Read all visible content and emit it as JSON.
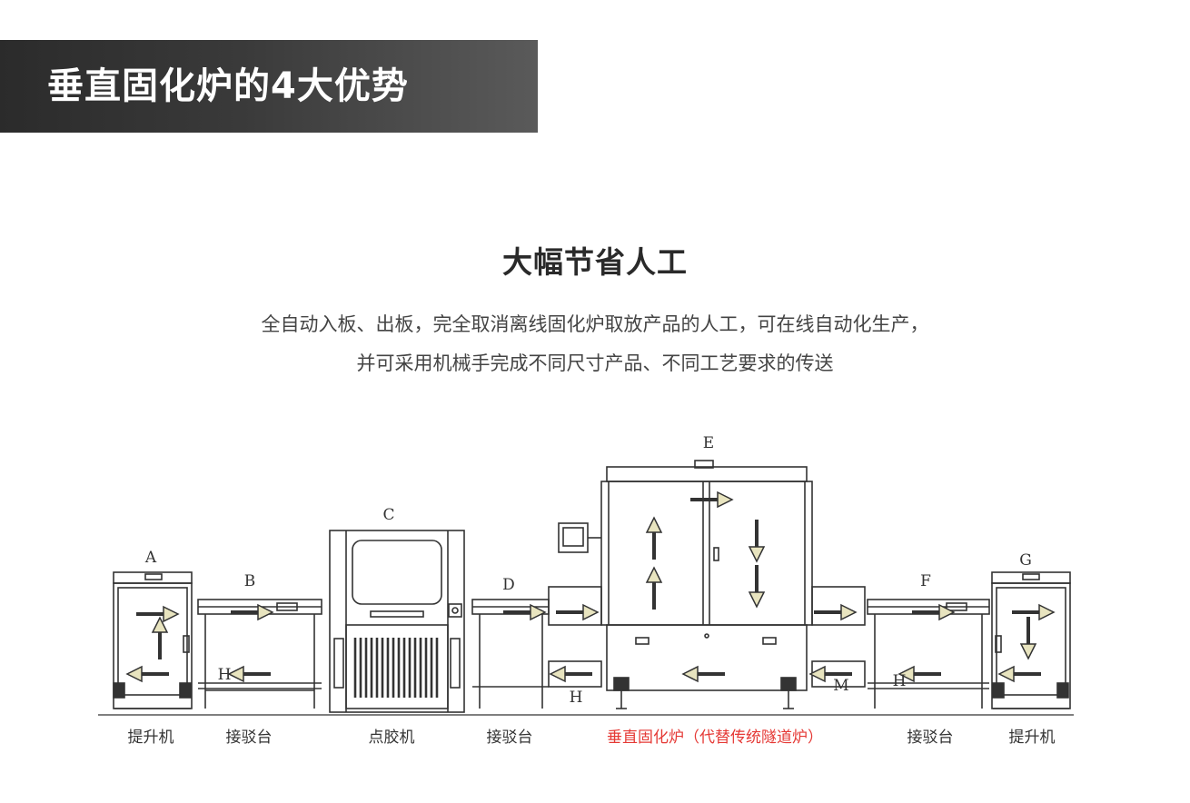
{
  "banner": {
    "title": "垂直固化炉的4大优势"
  },
  "section": {
    "heading": "大幅节省人工",
    "desc_line1": "全自动入板、出板，完全取消离线固化炉取放产品的人工，可在线自动化生产，",
    "desc_line2": "并可采用机械手完成不同尺寸产品、不同工艺要求的传送"
  },
  "diagram": {
    "letters": {
      "A": "A",
      "B": "B",
      "C": "C",
      "D": "D",
      "E": "E",
      "F": "F",
      "G": "G",
      "H": "H",
      "M": "M"
    },
    "labels": {
      "lift_left": "提升机",
      "connector_b": "接驳台",
      "dispenser": "点胶机",
      "connector_d": "接驳台",
      "oven": "垂直固化炉（代替传统隧道炉）",
      "connector_f": "接驳台",
      "lift_right": "提升机"
    }
  },
  "colors": {
    "accent": "#e53935",
    "arrow_fill": "#e8e4bf",
    "line": "#333333"
  }
}
